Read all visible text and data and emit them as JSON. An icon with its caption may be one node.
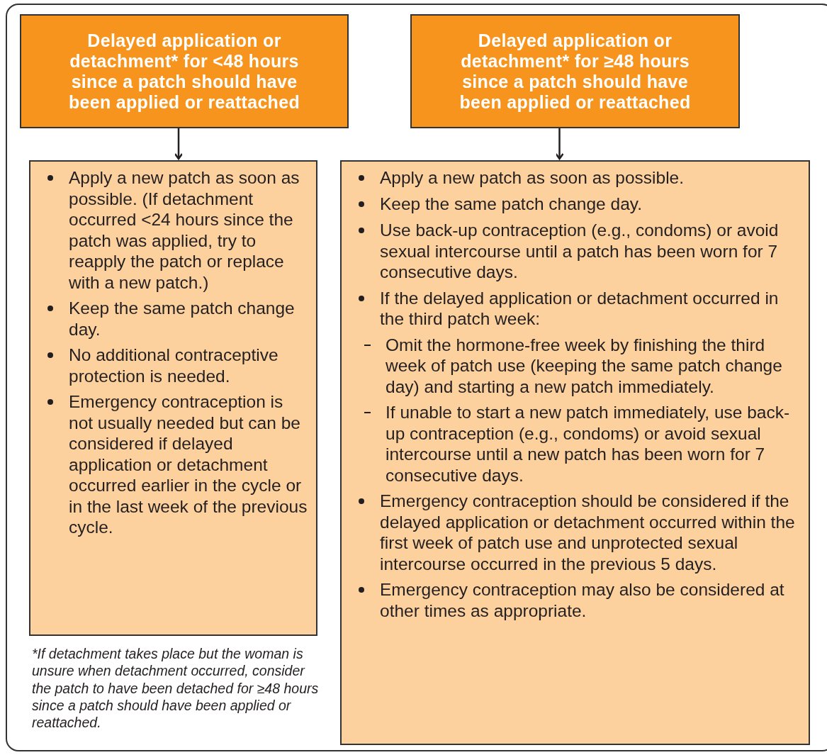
{
  "diagram": {
    "nodes": [
      {
        "text": [
          "Delayed application or detachment* for <48 hours since a patch should have been applied or reattached"
        ]
      },
      {
        "text": [
          "Delayed application or detachment* for ≥48 hours since a patch should have been applied or reattached"
        ]
      },
      {
        "text": [
          "Apply a new patch as soon as possible. (If detachment occurred <24 hours since the patch was applied, try to reapply the patch or replace with a new patch.)",
          "Keep the same patch change day.",
          "No additional contraceptive protection is needed.",
          "Emergency contraception is not usually needed but can be considered if delayed application or detachment occurred earlier in the cycle or in the last week of the previous cycle."
        ]
      },
      {
        "text": [
          "Apply a new patch as soon as possible.",
          "Keep the same patch change day.",
          "Use back-up contraception (e.g., condoms) or avoid sexual intercourse until a patch has been worn for 7 consecutive days.",
          "If the delayed application or detachment occurred in the third patch week:",
          "Omit the hormone-free week by finishing the third week of patch use (keeping the same patch change day) and starting a new patch immediately.",
          "If unable to start a new patch immediately, use back-up contraception (e.g., condoms) or avoid sexual intercourse until a new patch has been worn for 7 consecutive days.",
          "Emergency contraception should be considered if the delayed application or detachment occurred within the first week of patch use and unprotected sexual intercourse occurred in the previous 5 days.",
          "Emergency contraception may also be considered at other times as appropriate."
        ]
      }
    ],
    "edges": [
      {
        "from": 0,
        "to": 2,
        "arrow": "to"
      },
      {
        "from": 1,
        "to": 3,
        "arrow": "to"
      }
    ],
    "labels": [
      "*If detachment takes place but the woman is unsure when detachment occurred, consider the patch to have been detached for ≥48 hours since a patch should have been applied or reattached."
    ]
  }
}
